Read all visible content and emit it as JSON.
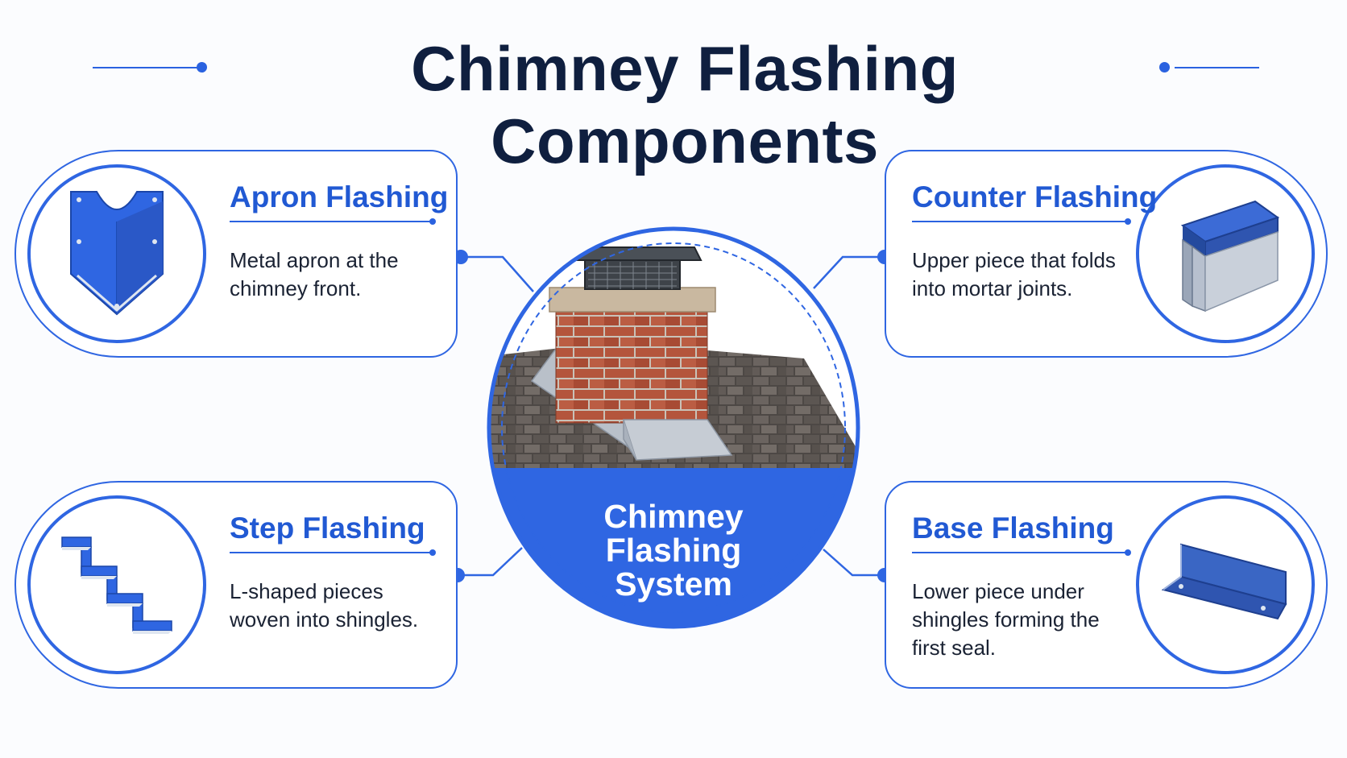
{
  "title": "Chimney Flashing Components",
  "center": {
    "label_lines": [
      "Chimney",
      "Flashing",
      "System"
    ]
  },
  "cards": {
    "apron": {
      "title": "Apron Flashing",
      "description": "Metal apron at the chimney front."
    },
    "counter": {
      "title": "Counter Flashing",
      "description": "Upper piece that folds into mortar joints."
    },
    "step": {
      "title": "Step Flashing",
      "description": "L-shaped pieces woven into shingles."
    },
    "base": {
      "title": "Base Flashing",
      "description": "Lower piece under shingles forming the first seal."
    }
  },
  "colors": {
    "accent": "#2f66e2",
    "title": "#0f1f3f",
    "card_title": "#2159d3",
    "brick": "#b4553c",
    "metal": "#b9c0c9",
    "shingle": "#5a5450"
  },
  "icons": {
    "apron": "apron-flashing-icon",
    "counter": "counter-flashing-icon",
    "step": "step-flashing-icon",
    "base": "base-flashing-icon"
  }
}
